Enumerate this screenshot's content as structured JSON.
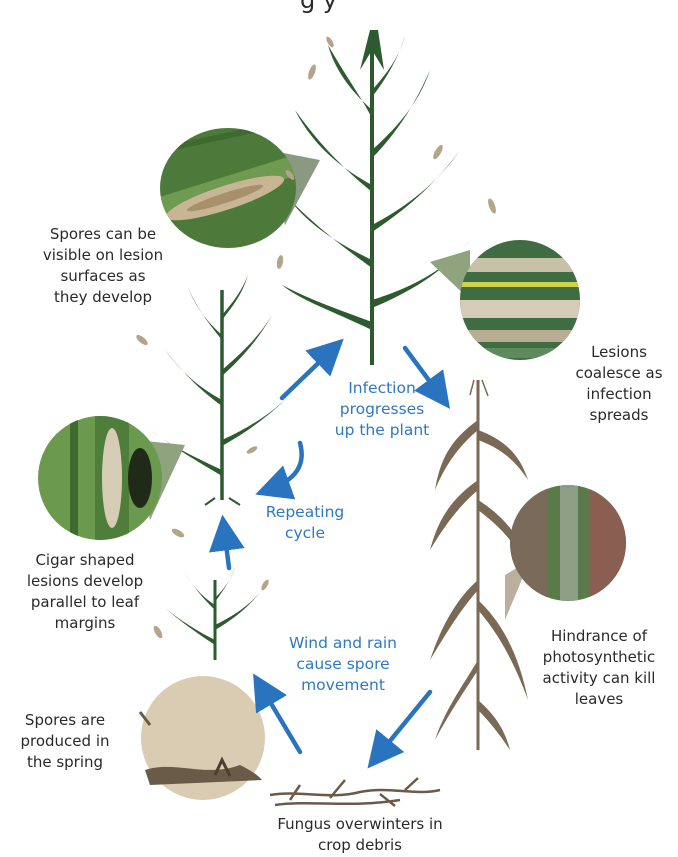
{
  "title_fragment": "g     y",
  "colors": {
    "arrow": "#2a73bf",
    "label_blue": "#2f78c4",
    "label_dark": "#2a2a2a",
    "plant_green": "#2d5a2e",
    "diseased_brown": "#7a6a55",
    "spore_disc": "#d9ccb2"
  },
  "stage_labels": {
    "spores_visible": "Spores can be\nvisible on lesion\nsurfaces as\nthey develop",
    "lesions_coalesce": "Lesions\ncoalesce as\ninfection\nspreads",
    "cigar_lesions": "Cigar shaped\nlesions develop\nparallel to leaf\nmargins",
    "hindrance": "Hindrance of\nphotosynthetic\nactivity can kill\nleaves",
    "spores_produced": "Spores are\nproduced in\nthe spring",
    "overwinters": "Fungus overwinters in\ncrop debris"
  },
  "cycle_labels": {
    "infection_progresses": "Infection\nprogresses\nup the plant",
    "repeating_cycle": "Repeating\ncycle",
    "wind_rain": "Wind and rain\ncause spore\nmovement"
  }
}
